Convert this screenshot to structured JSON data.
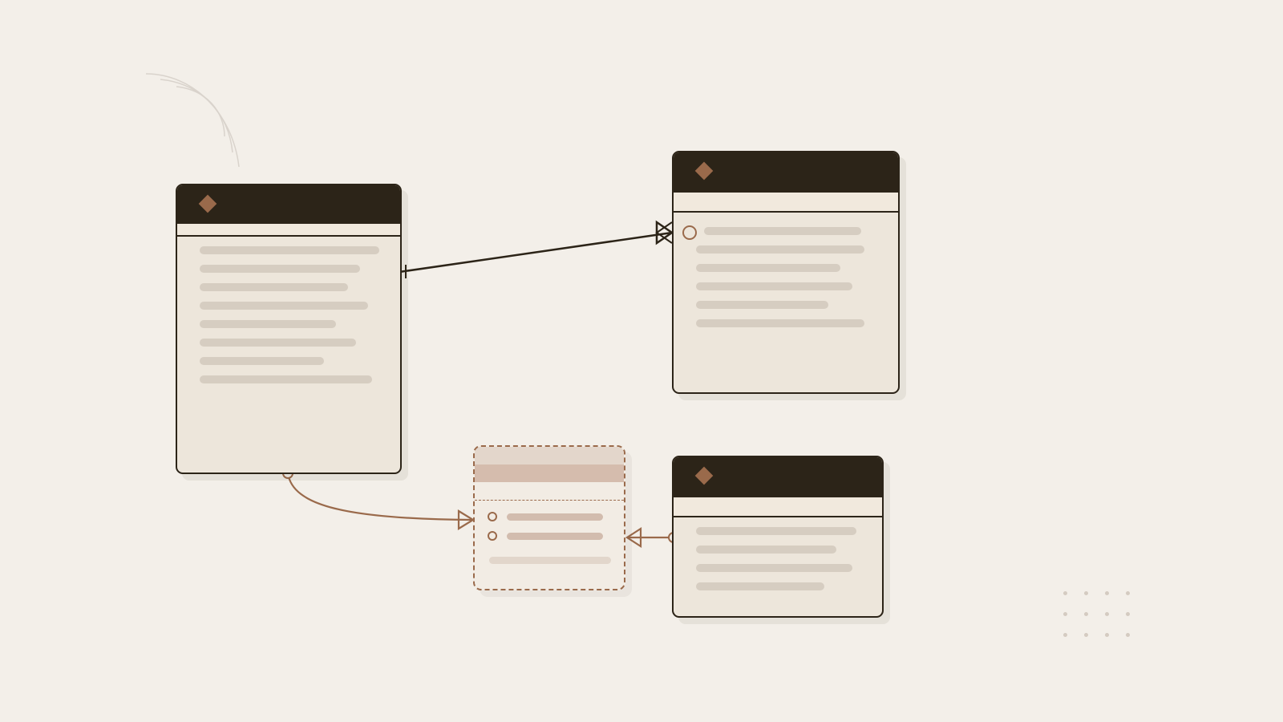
{
  "diagram": {
    "kind": "entity-relationship",
    "entities": [
      {
        "id": "entity-left",
        "header_icon": "diamond-icon",
        "attribute_count": 8
      },
      {
        "id": "entity-top-right",
        "header_icon": "diamond-icon",
        "attribute_count": 6,
        "first_attribute_optional": true
      },
      {
        "id": "entity-bottom-right",
        "header_icon": "diamond-icon",
        "attribute_count": 4
      },
      {
        "id": "entity-placeholder",
        "style": "dashed",
        "attribute_count": 3,
        "optional_attributes": 2
      }
    ],
    "relationships": [
      {
        "from": "entity-left",
        "to": "entity-top-right",
        "from_end": "one",
        "to_end": "many",
        "color": "#2c2418"
      },
      {
        "from": "entity-left",
        "to": "entity-placeholder",
        "from_end": "zero",
        "to_end": "many",
        "color": "#9a6a4b"
      },
      {
        "from": "entity-bottom-right",
        "to": "entity-placeholder",
        "from_end": "zero",
        "to_end": "many",
        "color": "#9a6a4b"
      }
    ]
  },
  "colors": {
    "background": "#f3efe9",
    "header": "#2c2418",
    "accent": "#9a6a4b",
    "card": "#ede6db",
    "placeholder_bar": "#d6cdc1"
  }
}
